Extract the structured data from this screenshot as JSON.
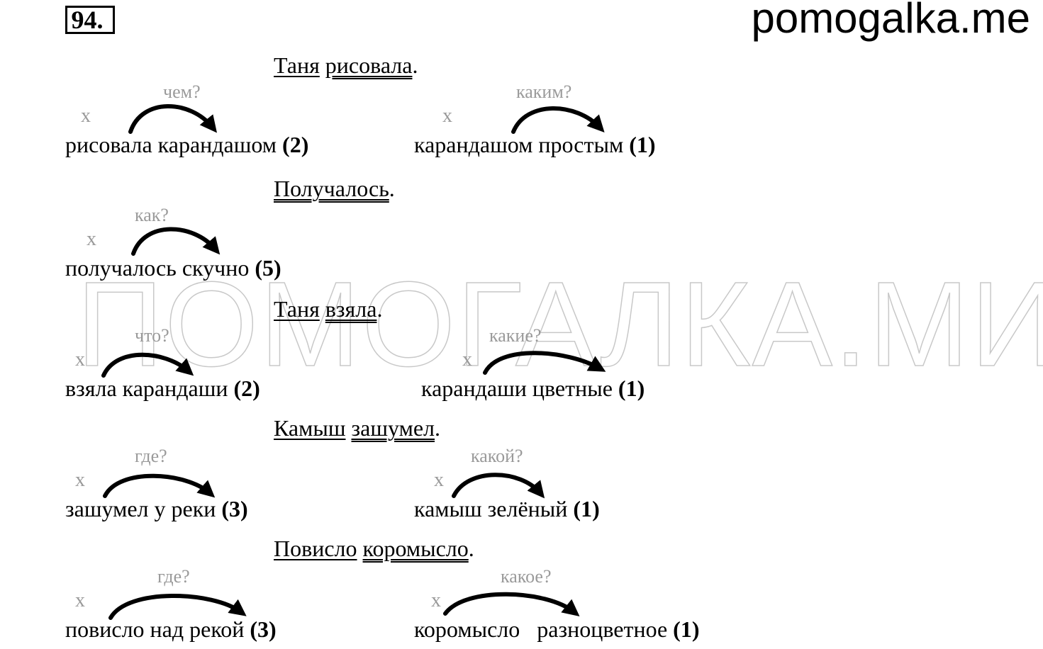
{
  "exercise_number": "94.",
  "site": "pomogalka.me",
  "watermark": "ПОМОГАЛКА.МИ",
  "x_mark": "x",
  "dot": ".",
  "sentences": [
    {
      "subject": "Таня",
      "predicate": "рисовала"
    },
    {
      "predicate": "Получалось"
    },
    {
      "subject": "Таня",
      "predicate": "взяла"
    },
    {
      "subject": "Камыш",
      "predicate": "зашумел"
    },
    {
      "subject": "Повисло",
      "predicate": "коромысло"
    }
  ],
  "phrases": [
    {
      "text": "рисовала карандашом",
      "num": "(2)",
      "question": "чем?"
    },
    {
      "text": "карандашом простым",
      "num": "(1)",
      "question": "каким?"
    },
    {
      "text": "получалось скучно",
      "num": "(5)",
      "question": "как?"
    },
    {
      "text": "взяла карандаши",
      "num": "(2)",
      "question": "что?"
    },
    {
      "text": "карандаши цветные",
      "num": "(1)",
      "question": "какие?"
    },
    {
      "text": "зашумел у реки",
      "num": "(3)",
      "question": "где?"
    },
    {
      "text": "камыш зелёный",
      "num": "(1)",
      "question": "какой?"
    },
    {
      "text": "повисло над рекой",
      "num": "(3)",
      "question": "где?"
    },
    {
      "text": "коромысло   разноцветное",
      "num": "(1)",
      "question": "какое?"
    }
  ]
}
